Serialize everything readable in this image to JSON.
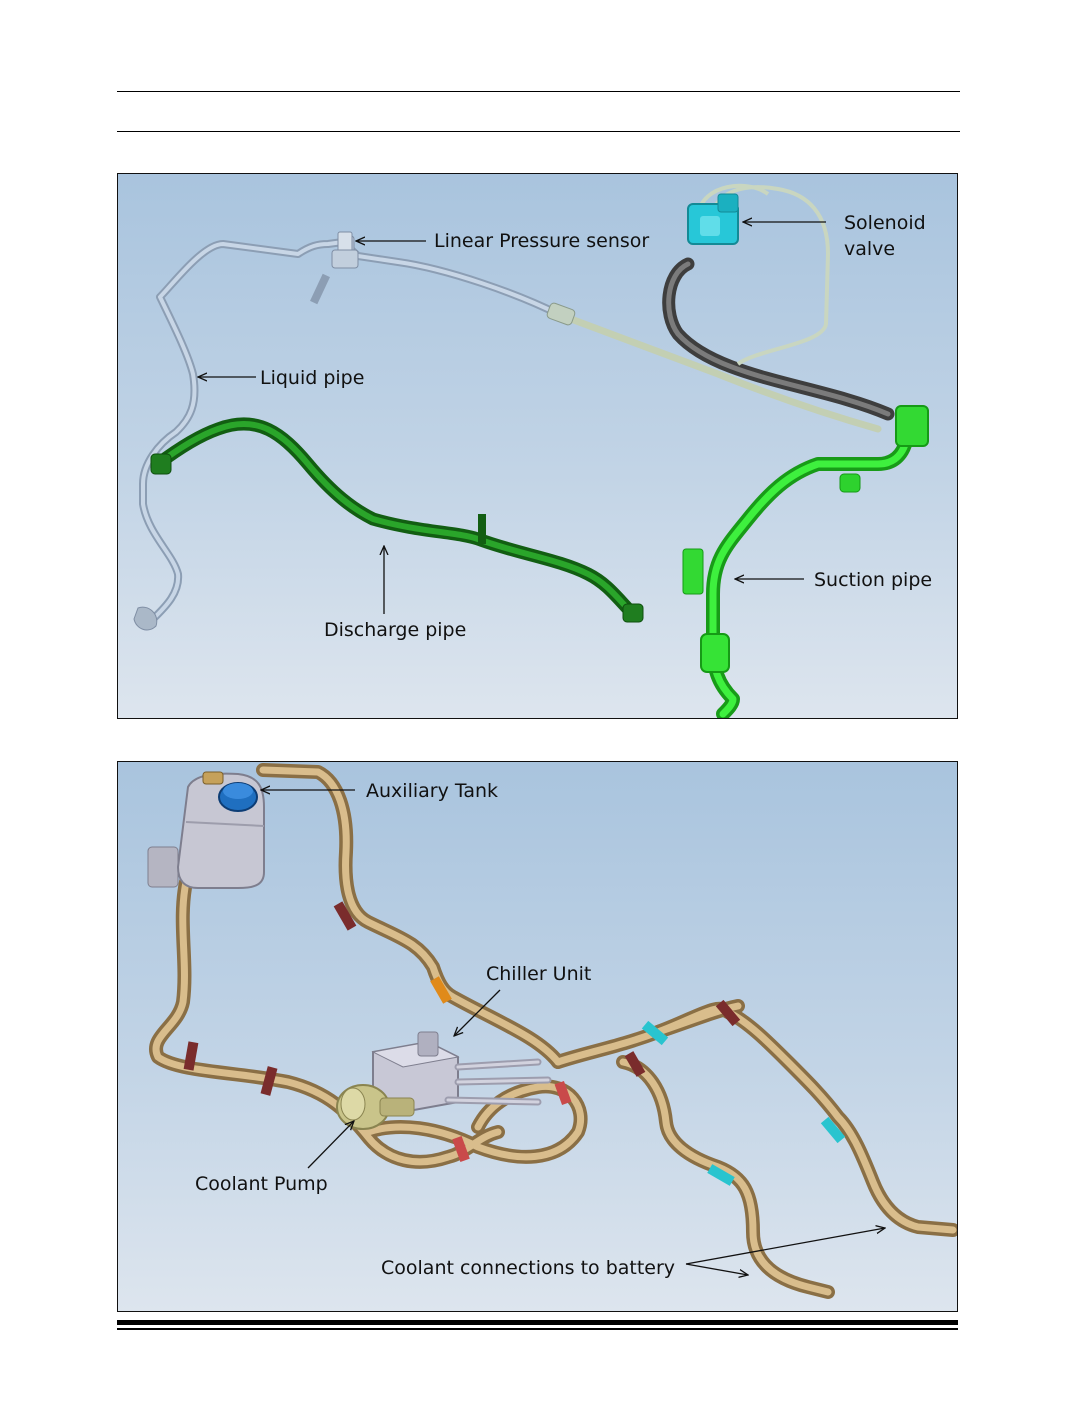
{
  "refrigerant_diagram": {
    "labels": {
      "linear_pressure_sensor": "Linear Pressure sensor",
      "solenoid_line1": "Solenoid",
      "solenoid_line2": "valve",
      "liquid_pipe": "Liquid pipe",
      "discharge_pipe": "Discharge pipe",
      "suction_pipe": "Suction pipe"
    }
  },
  "coolant_diagram": {
    "labels": {
      "auxiliary_tank": "Auxiliary Tank",
      "chiller_unit": "Chiller Unit",
      "coolant_pump": "Coolant Pump",
      "coolant_connections": "Coolant connections to battery"
    }
  },
  "colors": {
    "liquid_pipe": "#b6c8dc",
    "discharge_pipe": "#1f8a1f",
    "suction_pipe": "#2ee02e",
    "solenoid": "#1fc6d6",
    "coolant_pipe": "#c8ad7f",
    "clamp": "#7a2c2c",
    "clip": "#29c4cf",
    "tank_cap": "#1f6fc0"
  }
}
